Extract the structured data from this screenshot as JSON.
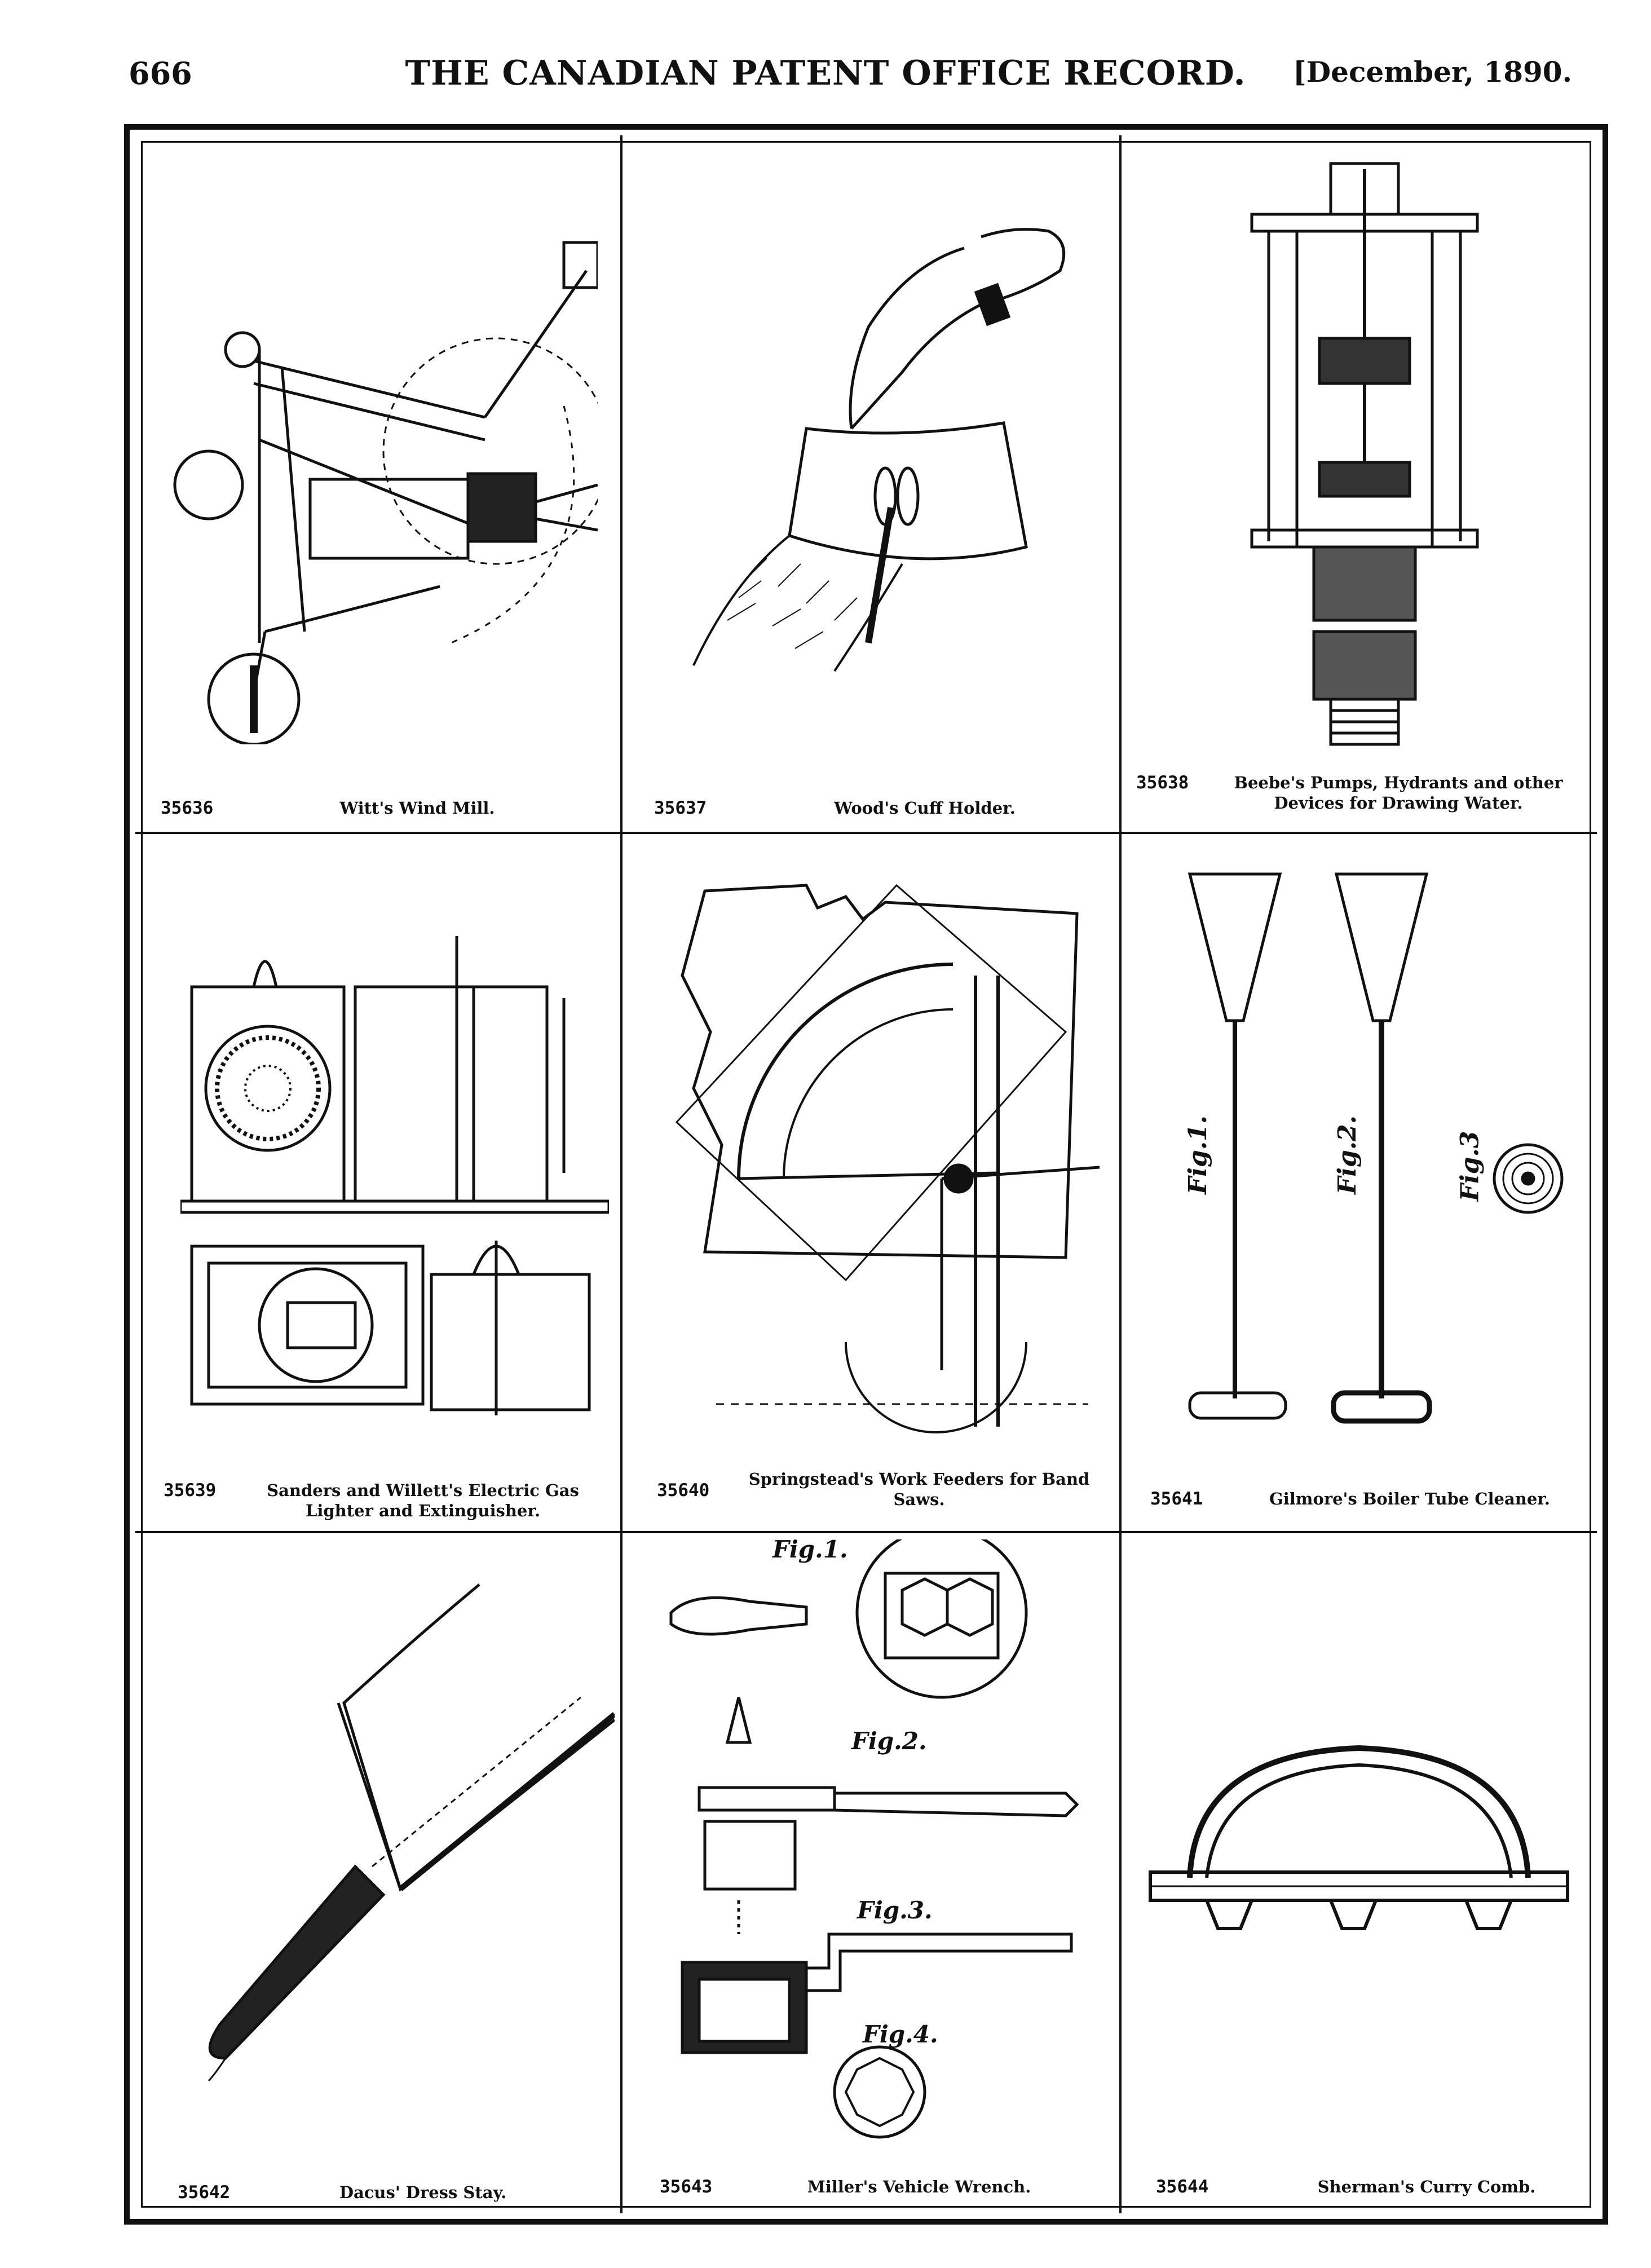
{
  "header": {
    "page_number": "666",
    "title": "THE CANADIAN PATENT OFFICE RECORD.",
    "date": "[December, 1890."
  },
  "patents": [
    {
      "number": "35636",
      "title": "Witt's Wind Mill."
    },
    {
      "number": "35637",
      "title": "Wood's Cuff Holder."
    },
    {
      "number": "35638",
      "title": "Beebe's Pumps, Hydrants and other Devices for Drawing Water."
    },
    {
      "number": "35639",
      "title": "Sanders and Willett's Electric Gas Lighter and Extinguisher."
    },
    {
      "number": "35640",
      "title": "Springstead's Work Feeders for Band Saws."
    },
    {
      "number": "35641",
      "title": "Gilmore's Boiler Tube Cleaner."
    },
    {
      "number": "35642",
      "title": "Dacus' Dress Stay."
    },
    {
      "number": "35643",
      "title": "Miller's Vehicle Wrench."
    },
    {
      "number": "35644",
      "title": "Sherman's Curry Comb."
    }
  ],
  "figure_labels": {
    "boiler_tube_cleaner": [
      "Fig.1.",
      "Fig.2.",
      "Fig.3"
    ],
    "vehicle_wrench": [
      "Fig.1.",
      "Fig.2.",
      "Fig.3.",
      "Fig.4."
    ]
  }
}
